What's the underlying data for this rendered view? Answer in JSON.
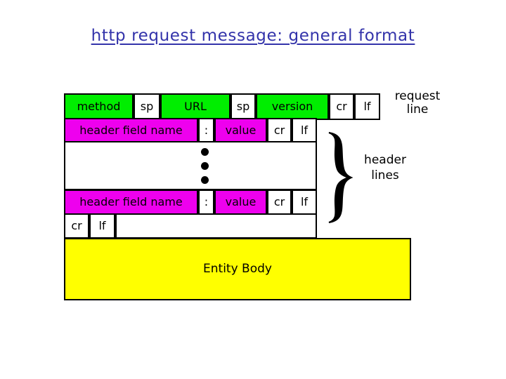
{
  "slide": {
    "title": "http request message: general format",
    "title_color": "#3333aa"
  },
  "colors": {
    "green": "#00ee00",
    "magenta": "#ee00ee",
    "yellow": "#ffff00",
    "white": "#ffffff",
    "border": "#000000"
  },
  "diagram": {
    "request_line": {
      "cells": [
        {
          "label": "method",
          "fill": "green"
        },
        {
          "label": "sp",
          "fill": "white"
        },
        {
          "label": "URL",
          "fill": "green"
        },
        {
          "label": "sp",
          "fill": "white"
        },
        {
          "label": "version",
          "fill": "green"
        },
        {
          "label": "cr",
          "fill": "white"
        },
        {
          "label": "lf",
          "fill": "white"
        }
      ],
      "annotation": "request\nline",
      "annotation_line1": "request",
      "annotation_line2": "line"
    },
    "header_line_first": {
      "cells": [
        {
          "label": "header field name",
          "fill": "magenta"
        },
        {
          "label": ":",
          "fill": "white"
        },
        {
          "label": "value",
          "fill": "magenta"
        },
        {
          "label": "cr",
          "fill": "white"
        },
        {
          "label": "lf",
          "fill": "white"
        }
      ]
    },
    "ellipsis": {
      "dot_count": 3,
      "orientation": "vertical"
    },
    "header_line_last": {
      "cells": [
        {
          "label": "header field name",
          "fill": "magenta"
        },
        {
          "label": ":",
          "fill": "white"
        },
        {
          "label": "value",
          "fill": "magenta"
        },
        {
          "label": "cr",
          "fill": "white"
        },
        {
          "label": "lf",
          "fill": "white"
        }
      ]
    },
    "header_lines_annotation": {
      "line1": "header",
      "line2": "lines",
      "brace_glyph": "}"
    },
    "blank_line": {
      "cells": [
        {
          "label": "cr",
          "fill": "white"
        },
        {
          "label": "lf",
          "fill": "white"
        },
        {
          "label": "",
          "fill": "white"
        }
      ]
    },
    "entity_body": {
      "label": "Entity Body",
      "fill": "yellow"
    }
  }
}
